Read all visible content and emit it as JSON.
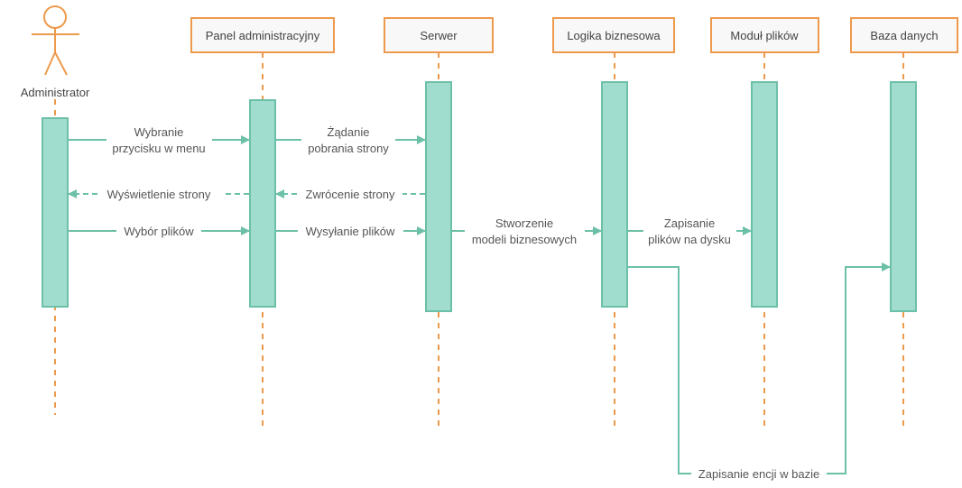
{
  "colors": {
    "lifeline": "#EE9A4D",
    "header_fill": "#F8F8F8",
    "activation_fill": "#A0DDCE",
    "activation_stroke": "#6DC0A8",
    "arrow": "#6DC0A8",
    "text": "#555555"
  },
  "actor": {
    "name": "Administrator"
  },
  "participants": [
    {
      "name": "Panel administracyjny"
    },
    {
      "name": "Serwer"
    },
    {
      "name": "Logika biznesowa"
    },
    {
      "name": "Moduł plików"
    },
    {
      "name": "Baza danych"
    }
  ],
  "messages": [
    {
      "lines": [
        "Wybranie",
        "przycisku w menu"
      ],
      "style": "solid"
    },
    {
      "lines": [
        "Żądanie",
        "pobrania strony"
      ],
      "style": "solid"
    },
    {
      "lines": [
        "Wyświetlenie strony"
      ],
      "style": "dashed"
    },
    {
      "lines": [
        "Zwrócenie strony"
      ],
      "style": "dashed"
    },
    {
      "lines": [
        "Wybór plików"
      ],
      "style": "solid"
    },
    {
      "lines": [
        "Wysyłanie plików"
      ],
      "style": "solid"
    },
    {
      "lines": [
        "Stworzenie",
        "modeli biznesowych"
      ],
      "style": "solid"
    },
    {
      "lines": [
        "Zapisanie",
        "plików na dysku"
      ],
      "style": "solid"
    },
    {
      "lines": [
        "Zapisanie encji w bazie"
      ],
      "style": "solid"
    }
  ]
}
